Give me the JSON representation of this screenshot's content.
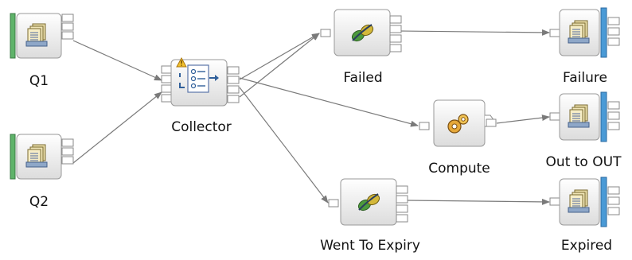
{
  "nodes": {
    "q1": {
      "label": "Q1",
      "type": "input"
    },
    "q2": {
      "label": "Q2",
      "type": "input"
    },
    "collector": {
      "label": "Collector",
      "type": "collector",
      "warning": true
    },
    "failed": {
      "label": "Failed",
      "type": "filter"
    },
    "failure": {
      "label": "Failure",
      "type": "output"
    },
    "compute": {
      "label": "Compute",
      "type": "compute"
    },
    "out_to_out": {
      "label": "Out to OUT",
      "type": "output"
    },
    "went_to_expiry": {
      "label": "Went To Expiry",
      "type": "filter"
    },
    "expired": {
      "label": "Expired",
      "type": "output"
    }
  },
  "connections": [
    {
      "from": "q1",
      "to": "collector"
    },
    {
      "from": "q2",
      "to": "collector"
    },
    {
      "from": "collector",
      "to": "failed"
    },
    {
      "from": "collector",
      "to": "failed"
    },
    {
      "from": "collector",
      "to": "compute"
    },
    {
      "from": "collector",
      "to": "went_to_expiry"
    },
    {
      "from": "failed",
      "to": "failure"
    },
    {
      "from": "compute",
      "to": "out_to_out"
    },
    {
      "from": "went_to_expiry",
      "to": "expired"
    }
  ],
  "colors": {
    "input_bar": "#5fb36a",
    "output_bar": "#4a9ad6",
    "wire": "#7a7a7a",
    "node_border": "#9a9a9a",
    "warning": "#e9a81c"
  }
}
